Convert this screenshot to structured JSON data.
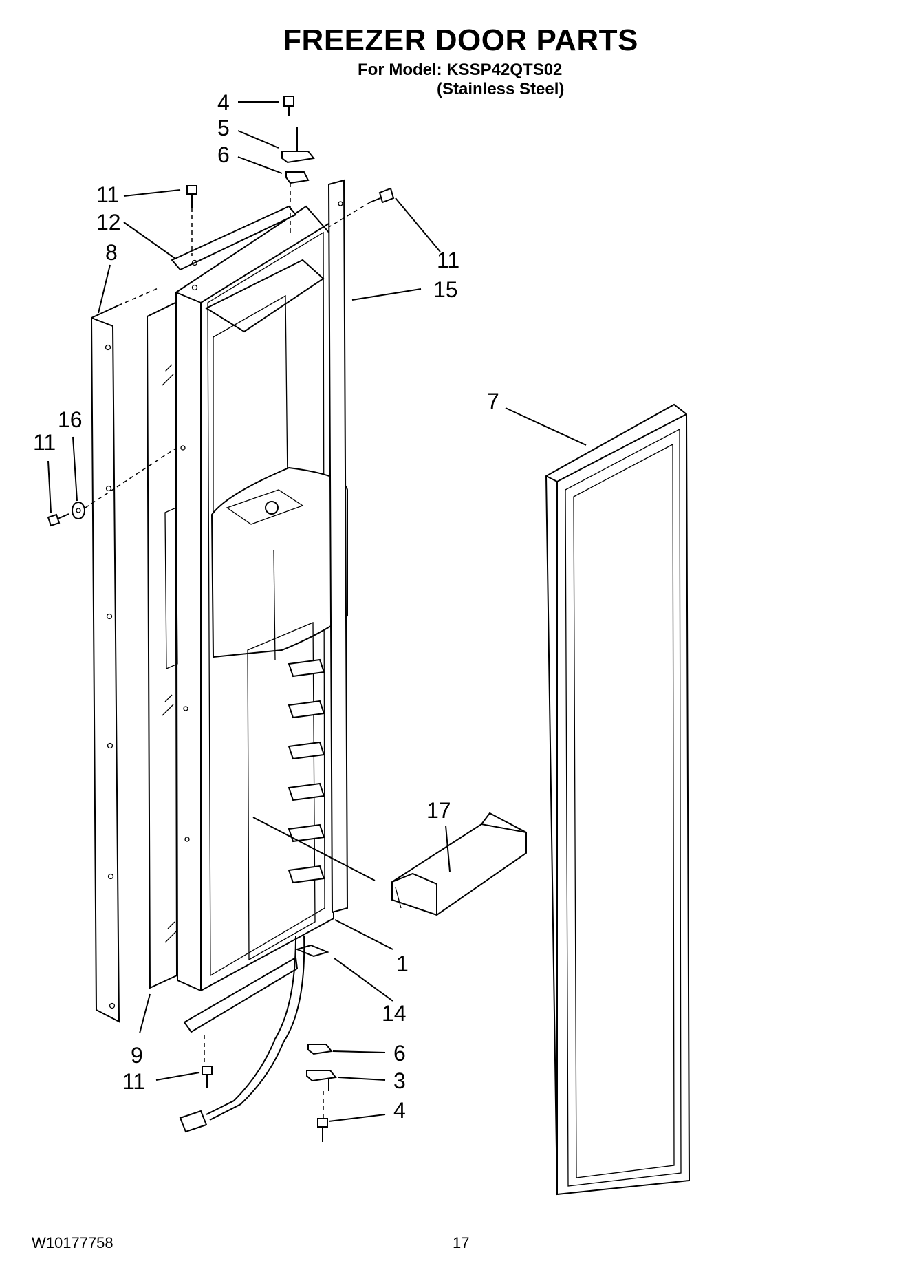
{
  "header": {
    "title": "FREEZER DOOR PARTS",
    "model_line": "For Model: KSSP42QTS02",
    "variant_line": "(Stainless Steel)"
  },
  "callouts": {
    "c4_top": "4",
    "c5": "5",
    "c6_top": "6",
    "c11_top_left": "11",
    "c12": "12",
    "c8": "8",
    "c11_top_right": "11",
    "c15": "15",
    "c16": "16",
    "c11_left": "11",
    "c7": "7",
    "c17": "17",
    "c1": "1",
    "c14": "14",
    "c9": "9",
    "c6_bottom": "6",
    "c3": "3",
    "c11_bottom": "11",
    "c4_bottom": "4"
  },
  "footer": {
    "doc_number": "W10177758",
    "page_number": "17"
  }
}
